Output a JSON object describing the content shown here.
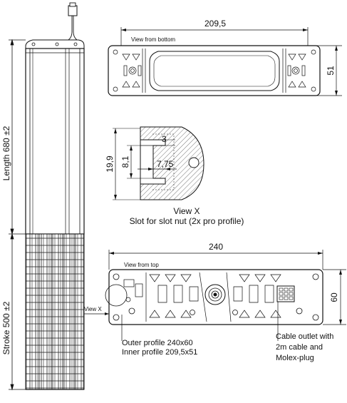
{
  "dimensions": {
    "bottom_width": "209,5",
    "bottom_height": "51",
    "slot_height": "19,9",
    "slot_inner": "8,1",
    "slot_top": "3",
    "slot_width": "7,75",
    "top_width": "240",
    "top_height": "60",
    "length": "Length 680 ±2",
    "stroke": "Stroke 500 ±2"
  },
  "labels": {
    "view_from_bottom": "View from bottom",
    "view_from_top": "View from top",
    "view_x": "View X",
    "view_x_marker": "View  X",
    "slot_caption": "Slot for slot nut (2x pro profile)",
    "outer_profile": "Outer profile 240x60",
    "inner_profile": "Inner profile 209,5x51",
    "cable_line1": "Cable outlet with",
    "cable_line2": "2m cable and",
    "cable_line3": "Molex-plug"
  },
  "colors": {
    "line": "#111111",
    "hatch": "#555555"
  }
}
